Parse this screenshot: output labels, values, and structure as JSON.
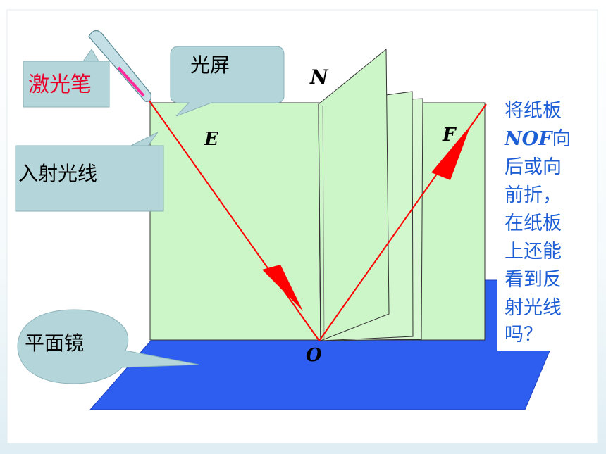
{
  "callouts": {
    "laser_pen": "激光笔",
    "screen": "光屏",
    "incident_ray": "入射光线",
    "plane_mirror": "平面镜"
  },
  "points": {
    "N": "N",
    "E": "E",
    "F": "F",
    "O": "O"
  },
  "question": {
    "line1": "将纸板",
    "line2_em": "NOF",
    "line2_rest": "向",
    "line3": "后或向",
    "line4": "前折，",
    "line5": "在纸板",
    "line6": "上还能",
    "line7": "看到反",
    "line8": "射光线",
    "line9": "吗？"
  },
  "colors": {
    "board": "#ccf5c8",
    "mirror": "#2e5ef0",
    "callout": "#b4d6da",
    "ray": "#ff0000",
    "question_text": "#1f5fd6",
    "laser_label": "#e8002a"
  }
}
